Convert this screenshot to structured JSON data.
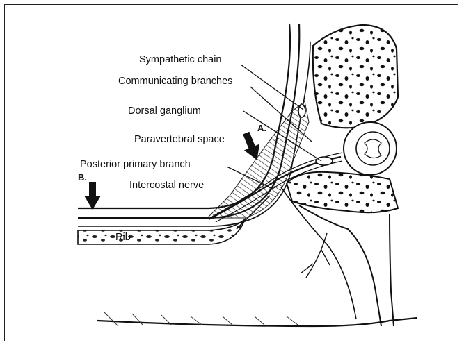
{
  "labels": {
    "sympathetic_chain": "Sympathetic chain",
    "communicating_branches": "Communicating branches",
    "dorsal_ganglium": "Dorsal ganglium",
    "paravertebral_space": "Paravertebral space",
    "posterior_primary_branch": "Posterior primary branch",
    "intercostal_nerve": "Intercostal nerve",
    "rib": "Rib"
  },
  "arrows": {
    "a": "A.",
    "b": "B."
  }
}
